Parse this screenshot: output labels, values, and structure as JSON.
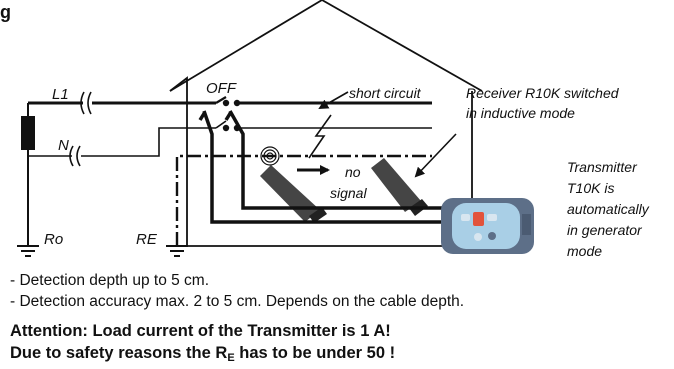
{
  "caption_fragment": "g",
  "labels": {
    "l1": "L1",
    "n": "N",
    "ro": "Ro",
    "re": "RE",
    "off": "OFF",
    "short_circuit": "short circuit",
    "receiver": [
      "Receiver R10K switched",
      "in inductive mode"
    ],
    "no_signal": [
      "no",
      "signal"
    ],
    "transmitter": [
      "Transmitter",
      "T10K is",
      "automatically",
      "in generator",
      "mode"
    ]
  },
  "notes": [
    "- Detection depth up to  5 cm.",
    "- Detection accuracy max. 2 to 5 cm. Depends on the cable depth."
  ],
  "warning": {
    "line1": "Attention: Load current of the Transmitter is 1 A!",
    "line2_prefix": "Due to safety reasons the R",
    "line2_sub": "E",
    "line2_suffix": " has to be under 50   !"
  },
  "colors": {
    "line": "#111111",
    "transmitter_body": "#5d6f88",
    "transmitter_panel": "#a9cfe6",
    "transmitter_light": "#d8e6f0",
    "transmitter_led": "#e2533b"
  }
}
